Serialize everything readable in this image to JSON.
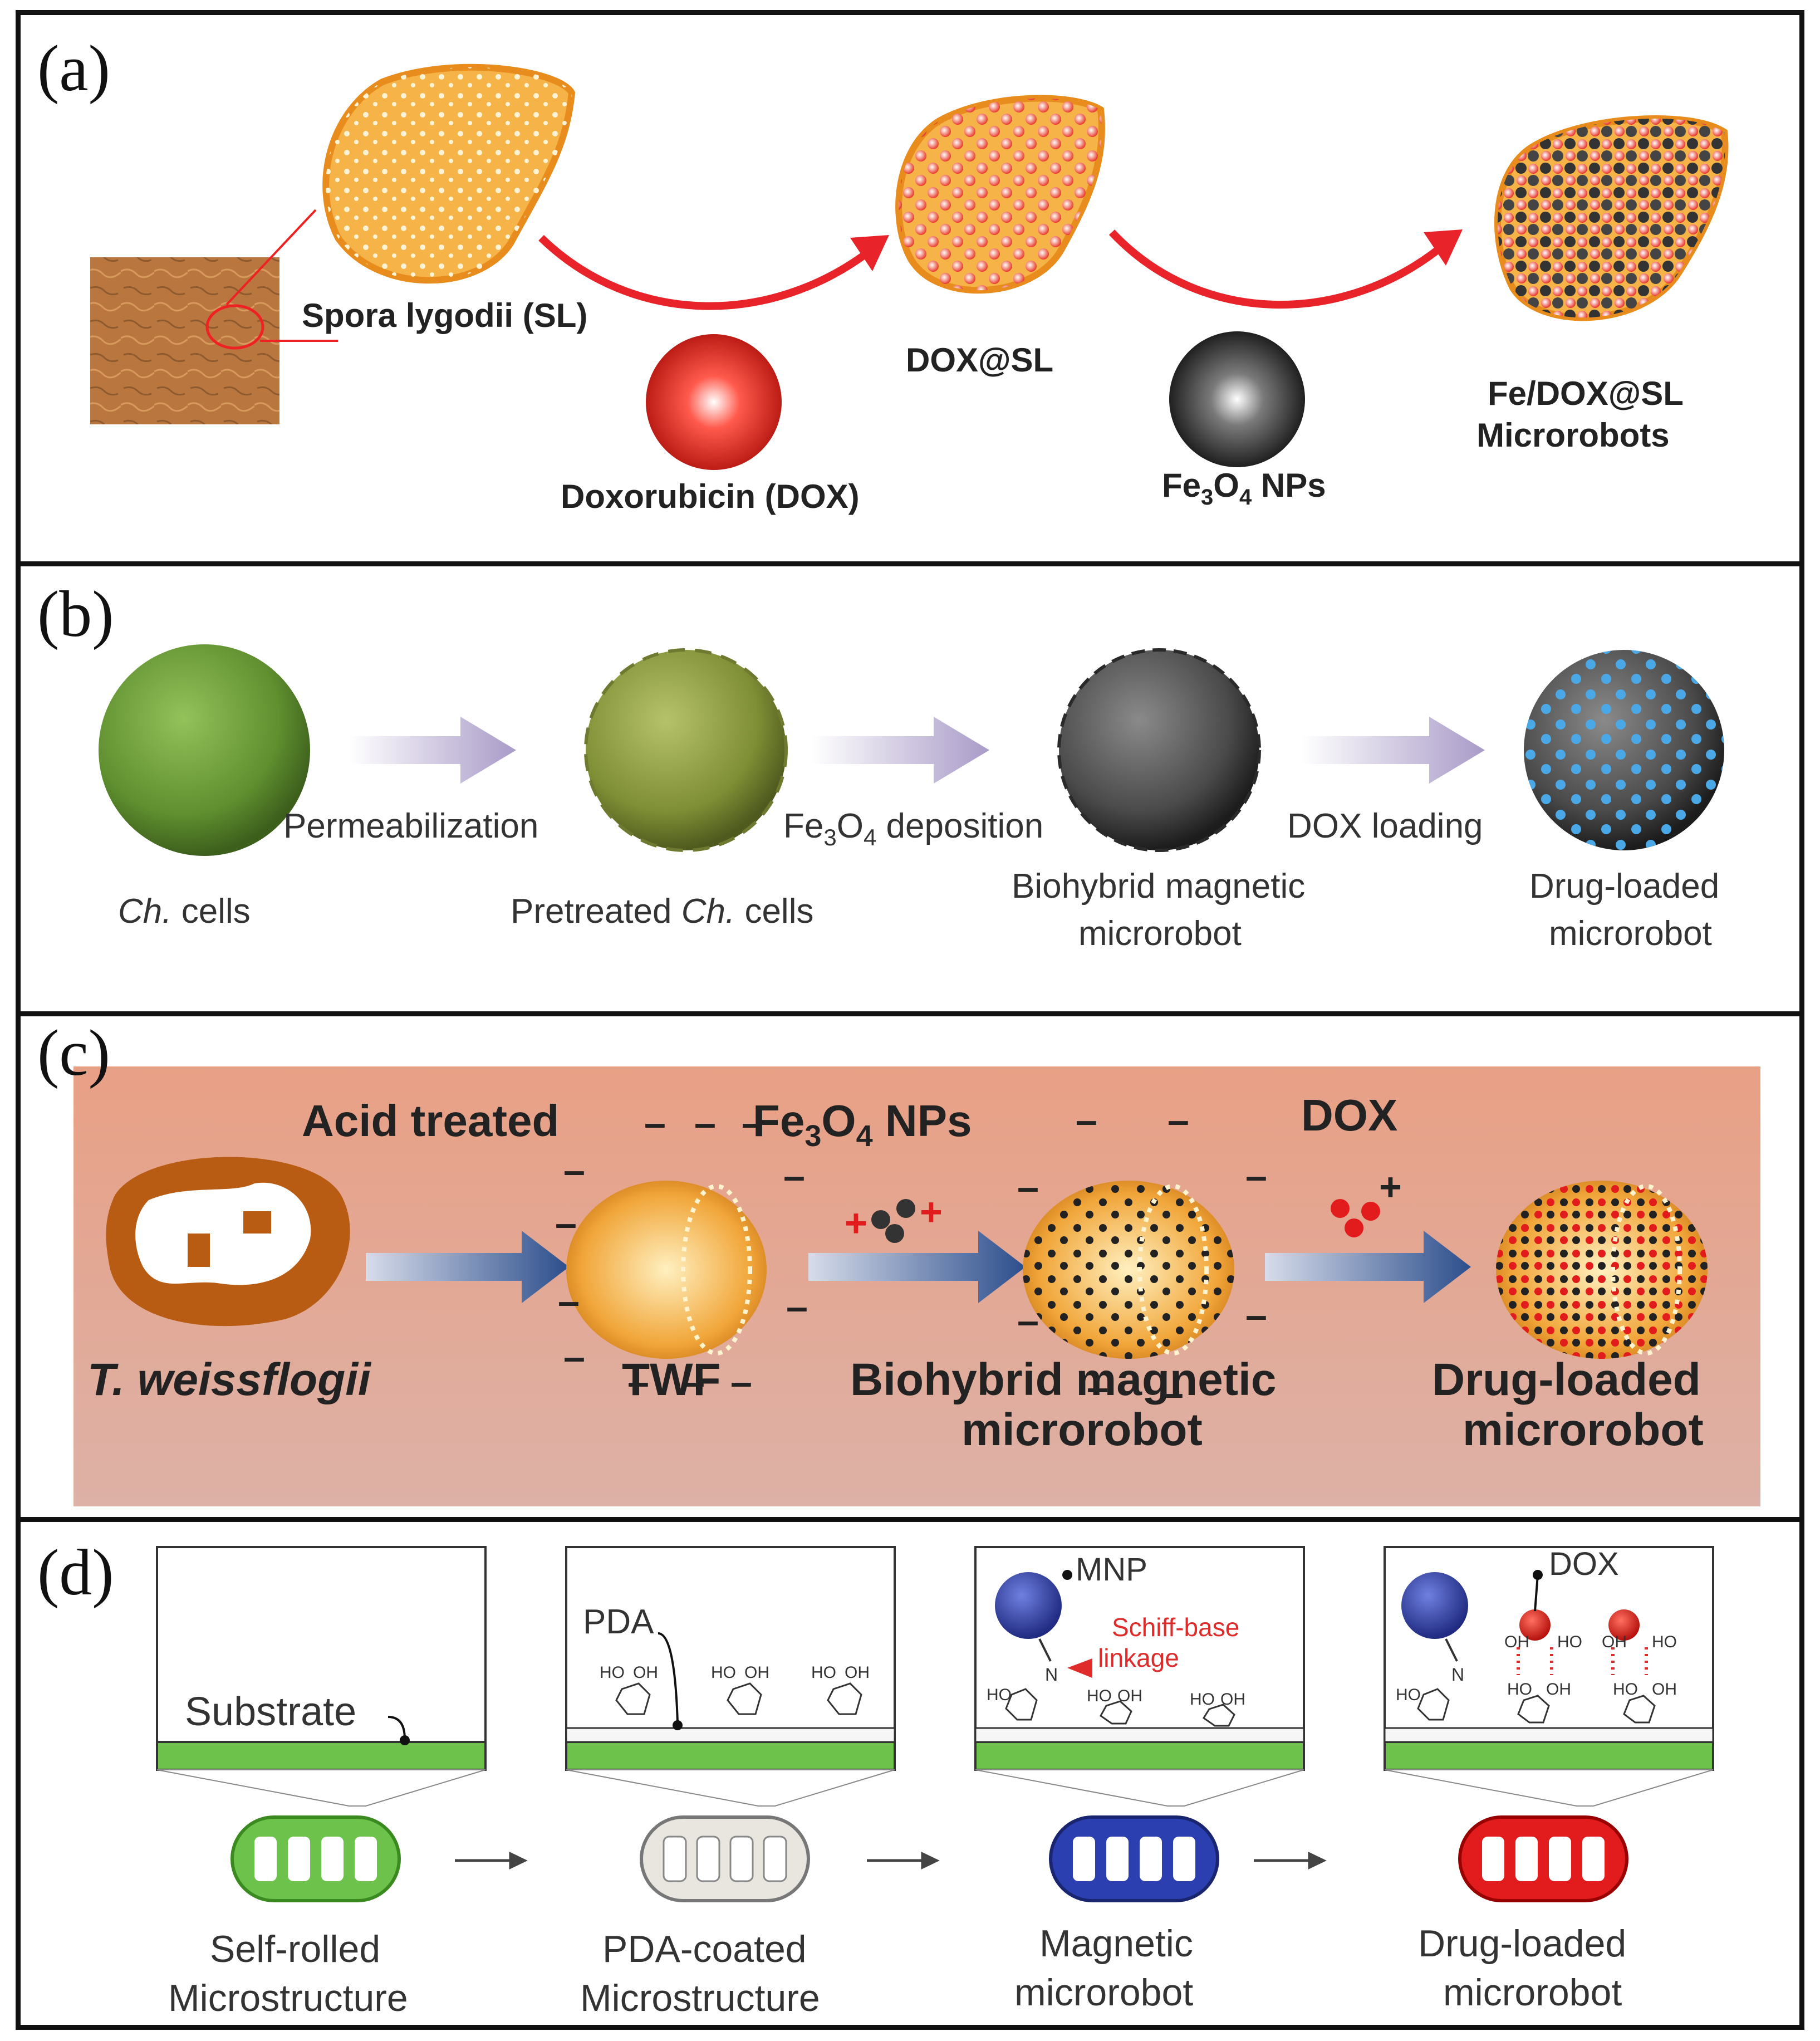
{
  "panel_a": {
    "label": "(a)",
    "sl_label": "Spora lygodii (SL)",
    "dox_label": "Doxorubicin (DOX)",
    "doxsl_label": "DOX@SL",
    "fe3o4_label": {
      "pre": "Fe",
      "sub1": "3",
      "mid": "O",
      "sub2": "4",
      "post": " NPs"
    },
    "robot_line1": "Fe/DOX@SL",
    "robot_line2": "Microrobots"
  },
  "panel_b": {
    "label": "(b)",
    "step1": "Permeabilization",
    "step2": {
      "pre": "Fe",
      "sub1": "3",
      "mid": "O",
      "sub2": "4",
      "post": " deposition"
    },
    "step3": "DOX loading",
    "cells_label": {
      "italic": "Ch.",
      "rest": " cells"
    },
    "pretreated_label": {
      "pre": "Pretreated ",
      "italic": "Ch.",
      "rest": " cells"
    },
    "biohybrid_line1": "Biohybrid magnetic",
    "biohybrid_line2": "microrobot",
    "drug_line1": "Drug-loaded",
    "drug_line2": "microrobot"
  },
  "panel_c": {
    "label": "(c)",
    "acid": "Acid treated",
    "fe3o4": {
      "pre": "Fe",
      "sub1": "3",
      "mid": "O",
      "sub2": "4",
      "post": " NPs"
    },
    "dox": "DOX",
    "species": "T. weissflogii",
    "twf": "TWF",
    "biohybrid_line1": "Biohybrid magnetic",
    "biohybrid_line2": "microrobot",
    "drug_line1": "Drug-loaded",
    "drug_line2": "microrobot"
  },
  "panel_d": {
    "label": "(d)",
    "substrate": "Substrate",
    "pda": "PDA",
    "mnp": "MNP",
    "schiff_line1": "Schiff-base",
    "schiff_line2": "linkage",
    "dox": "DOX",
    "ho": "HO",
    "oh": "OH",
    "n": "N",
    "cap1_line1": "Self-rolled",
    "cap1_line2": "Microstructure",
    "cap2_line1": "PDA-coated",
    "cap2_line2": "Microstructure",
    "cap3_line1": "Magnetic",
    "cap3_line2": "microrobot",
    "cap4_line1": "Drug-loaded",
    "cap4_line2": "microrobot"
  },
  "colors": {
    "sl_orange": "#f6b347",
    "dox_red": "#e8372c",
    "magnetic_gray": "#3a3a3a",
    "arrow_red": "#e8232a",
    "arrow_purple": "#a99bc8",
    "arrow_blue": "#2c4e8c",
    "chlorella_green": "#6f9a3a",
    "substrate_green": "#6cc24a",
    "mnp_blue": "#2b3fb0",
    "panel_c_bg": "#e3a590"
  }
}
